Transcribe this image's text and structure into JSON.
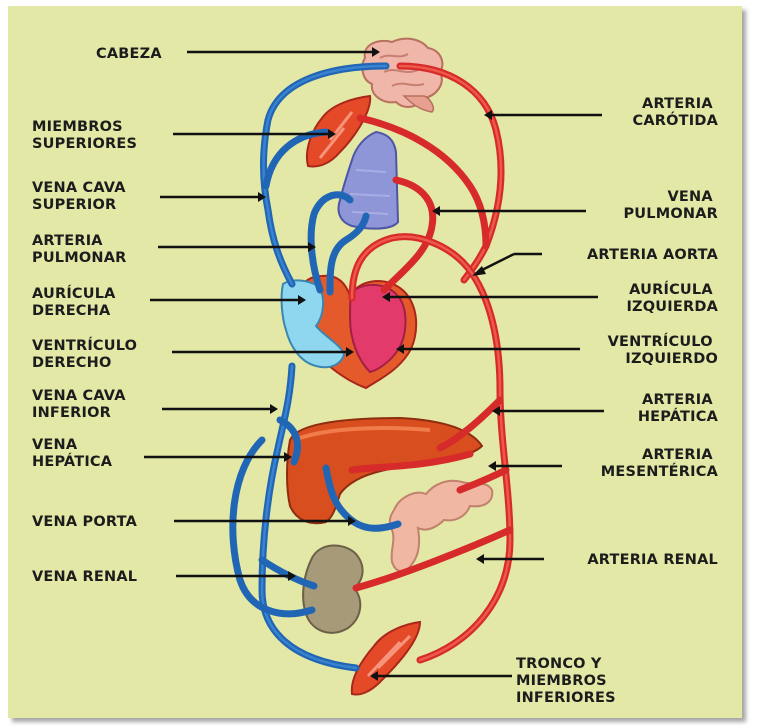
{
  "labels": {
    "cabeza": [
      "CABEZA"
    ],
    "miembros_superiores": [
      "MIEMBROS",
      "SUPERIORES"
    ],
    "vena_cava_superior": [
      "VENA CAVA",
      "SUPERIOR"
    ],
    "arteria_pulmonar": [
      "ARTERIA",
      "PULMONAR"
    ],
    "auricula_derecha": [
      "AURÍCULA",
      "DERECHA"
    ],
    "ventriculo_derecho": [
      "VENTRÍCULO",
      "DERECHO"
    ],
    "vena_cava_inferior": [
      "VENA CAVA",
      "INFERIOR"
    ],
    "vena_hepatica": [
      "VENA",
      "HEPÁTICA"
    ],
    "vena_porta": [
      "VENA PORTA"
    ],
    "vena_renal": [
      "VENA RENAL"
    ],
    "arteria_carotida": [
      "ARTERIA",
      "CARÓTIDA"
    ],
    "vena_pulmonar": [
      "VENA",
      "PULMONAR"
    ],
    "arteria_aorta": [
      "ARTERIA AORTA"
    ],
    "auricula_izquierda": [
      "AURÍCULA",
      "IZQUIERDA"
    ],
    "ventriculo_izquierdo": [
      "VENTRÍCULO",
      "IZQUIERDO"
    ],
    "arteria_hepatica": [
      "ARTERIA",
      "HEPÁTICA"
    ],
    "arteria_mesenterica": [
      "ARTERIA",
      "MESENTÉRICA"
    ],
    "arteria_renal": [
      "ARTERIA RENAL"
    ],
    "tronco_miembros_inferiores": [
      "TRONCO Y",
      "MIEMBROS",
      "INFERIORES"
    ]
  },
  "colors": {
    "background": "#e3e8a6",
    "vein": "#2166b4",
    "artery": "#d72a2a",
    "lung": "#8f96d8",
    "liver": "#d94e1e",
    "kidney": "#a79a78",
    "intestine": "#f0b7a2",
    "heart_right": "#8fd6ef",
    "heart_left": "#e23a6a",
    "muscle": "#e54a28"
  }
}
